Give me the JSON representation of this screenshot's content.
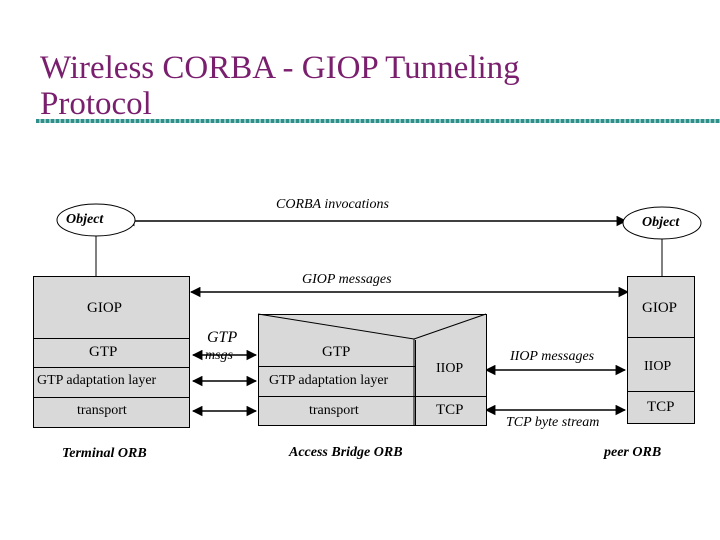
{
  "slide": {
    "title_line1": "Wireless CORBA - GIOP Tunneling",
    "title_line2": "Protocol"
  },
  "diagram": {
    "object_left": "Object",
    "object_right": "Object",
    "corba_invocations": "CORBA invocations",
    "giop_messages": "GIOP messages",
    "terminal": {
      "giop": "GIOP",
      "gtp": "GTP",
      "gtp_adaptation": "GTP adaptation layer",
      "transport": "transport",
      "label": "Terminal ORB"
    },
    "gtp_msgs_line1": "GTP",
    "gtp_msgs_line2": "msgs",
    "bridge": {
      "gtp": "GTP",
      "gtp_adaptation": "GTP adaptation layer",
      "transport": "transport",
      "iiop": "IIOP",
      "tcp": "TCP",
      "label": "Access Bridge ORB"
    },
    "iiop_messages": "IIOP messages",
    "tcp_byte_stream": "TCP byte stream",
    "peer": {
      "giop": "GIOP",
      "iiop": "IIOP",
      "tcp": "TCP",
      "label": "peer ORB"
    },
    "colors": {
      "title": "#7a1f6e",
      "rule": "#2f8f8a",
      "box_fill": "#d9d9d9"
    }
  }
}
